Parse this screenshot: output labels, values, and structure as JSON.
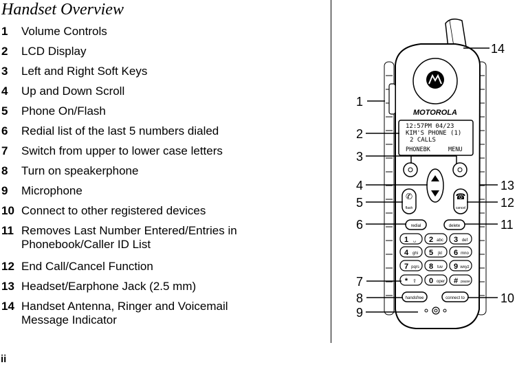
{
  "title": "Handset Overview",
  "items": [
    {
      "num": "1",
      "text": "Volume Controls"
    },
    {
      "num": "2",
      "text": "LCD Display"
    },
    {
      "num": "3",
      "text": "Left and Right Soft Keys"
    },
    {
      "num": "4",
      "text": "Up and Down Scroll"
    },
    {
      "num": "5",
      "text": "Phone On/Flash"
    },
    {
      "num": "6",
      "text": "Redial list of the last 5 numbers dialed"
    },
    {
      "num": "7",
      "text": "Switch from upper to lower case letters"
    },
    {
      "num": "8",
      "text": "Turn on speakerphone"
    },
    {
      "num": "9",
      "text": "Microphone"
    },
    {
      "num": "10",
      "text": "Connect to other registered devices"
    },
    {
      "num": "11",
      "text": "Removes Last Number Entered/Entries in Phonebook/Caller ID List"
    },
    {
      "num": "12",
      "text": "End Call/Cancel Function"
    },
    {
      "num": "13",
      "text": "Headset/Earphone Jack (2.5 mm)"
    },
    {
      "num": "14",
      "text": "Handset Antenna, Ringer and Voicemail Message Indicator"
    }
  ],
  "page_number": "ii",
  "phone": {
    "brand": "MOTOROLA",
    "lcd_line1": "12:57PM 04/23",
    "lcd_line2": "KIM'S PHONE (1)",
    "lcd_line3": "2 CALLS",
    "lcd_soft_left": "PHONEBK",
    "lcd_soft_right": "MENU",
    "flash_label": "flash",
    "cancel_label": "cancel",
    "redial_label": "redial",
    "delete_label": "delete",
    "handsfree_label": "handsfree",
    "connect_label": "connect to",
    "keys": [
      {
        "digit": "1",
        "sub": "␣"
      },
      {
        "digit": "2",
        "sub": "abc"
      },
      {
        "digit": "3",
        "sub": "def"
      },
      {
        "digit": "4",
        "sub": "ghi"
      },
      {
        "digit": "5",
        "sub": "jkl"
      },
      {
        "digit": "6",
        "sub": "mno"
      },
      {
        "digit": "7",
        "sub": "pqrs"
      },
      {
        "digit": "8",
        "sub": "tuv"
      },
      {
        "digit": "9",
        "sub": "wxyz"
      },
      {
        "digit": "*",
        "sub": "⇧"
      },
      {
        "digit": "0",
        "sub": "oper"
      },
      {
        "digit": "#",
        "sub": "pause"
      }
    ]
  },
  "callouts": {
    "c1": "1",
    "c2": "2",
    "c3": "3",
    "c4": "4",
    "c5": "5",
    "c6": "6",
    "c7": "7",
    "c8": "8",
    "c9": "9",
    "c10": "10",
    "c11": "11",
    "c12": "12",
    "c13": "13",
    "c14": "14"
  }
}
